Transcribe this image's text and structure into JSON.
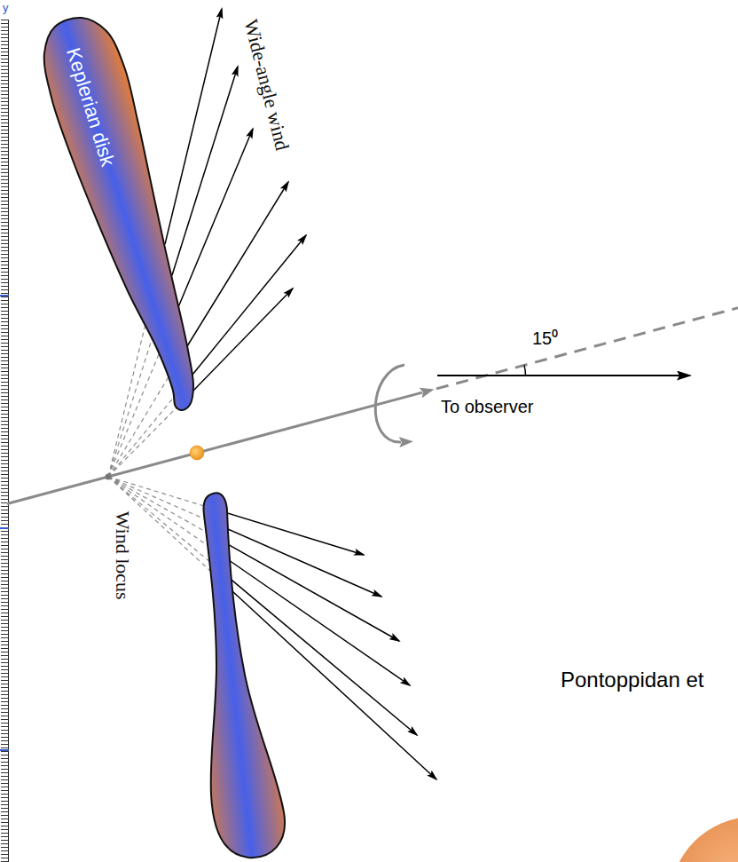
{
  "diagram": {
    "nodes": [
      {
        "text": [
          "Keplerian disk"
        ]
      }
    ],
    "labels": [
      "y",
      "Wide-angle wind",
      "15⁰",
      "To observer",
      "Wind locus",
      "Pontoppidan et"
    ]
  }
}
